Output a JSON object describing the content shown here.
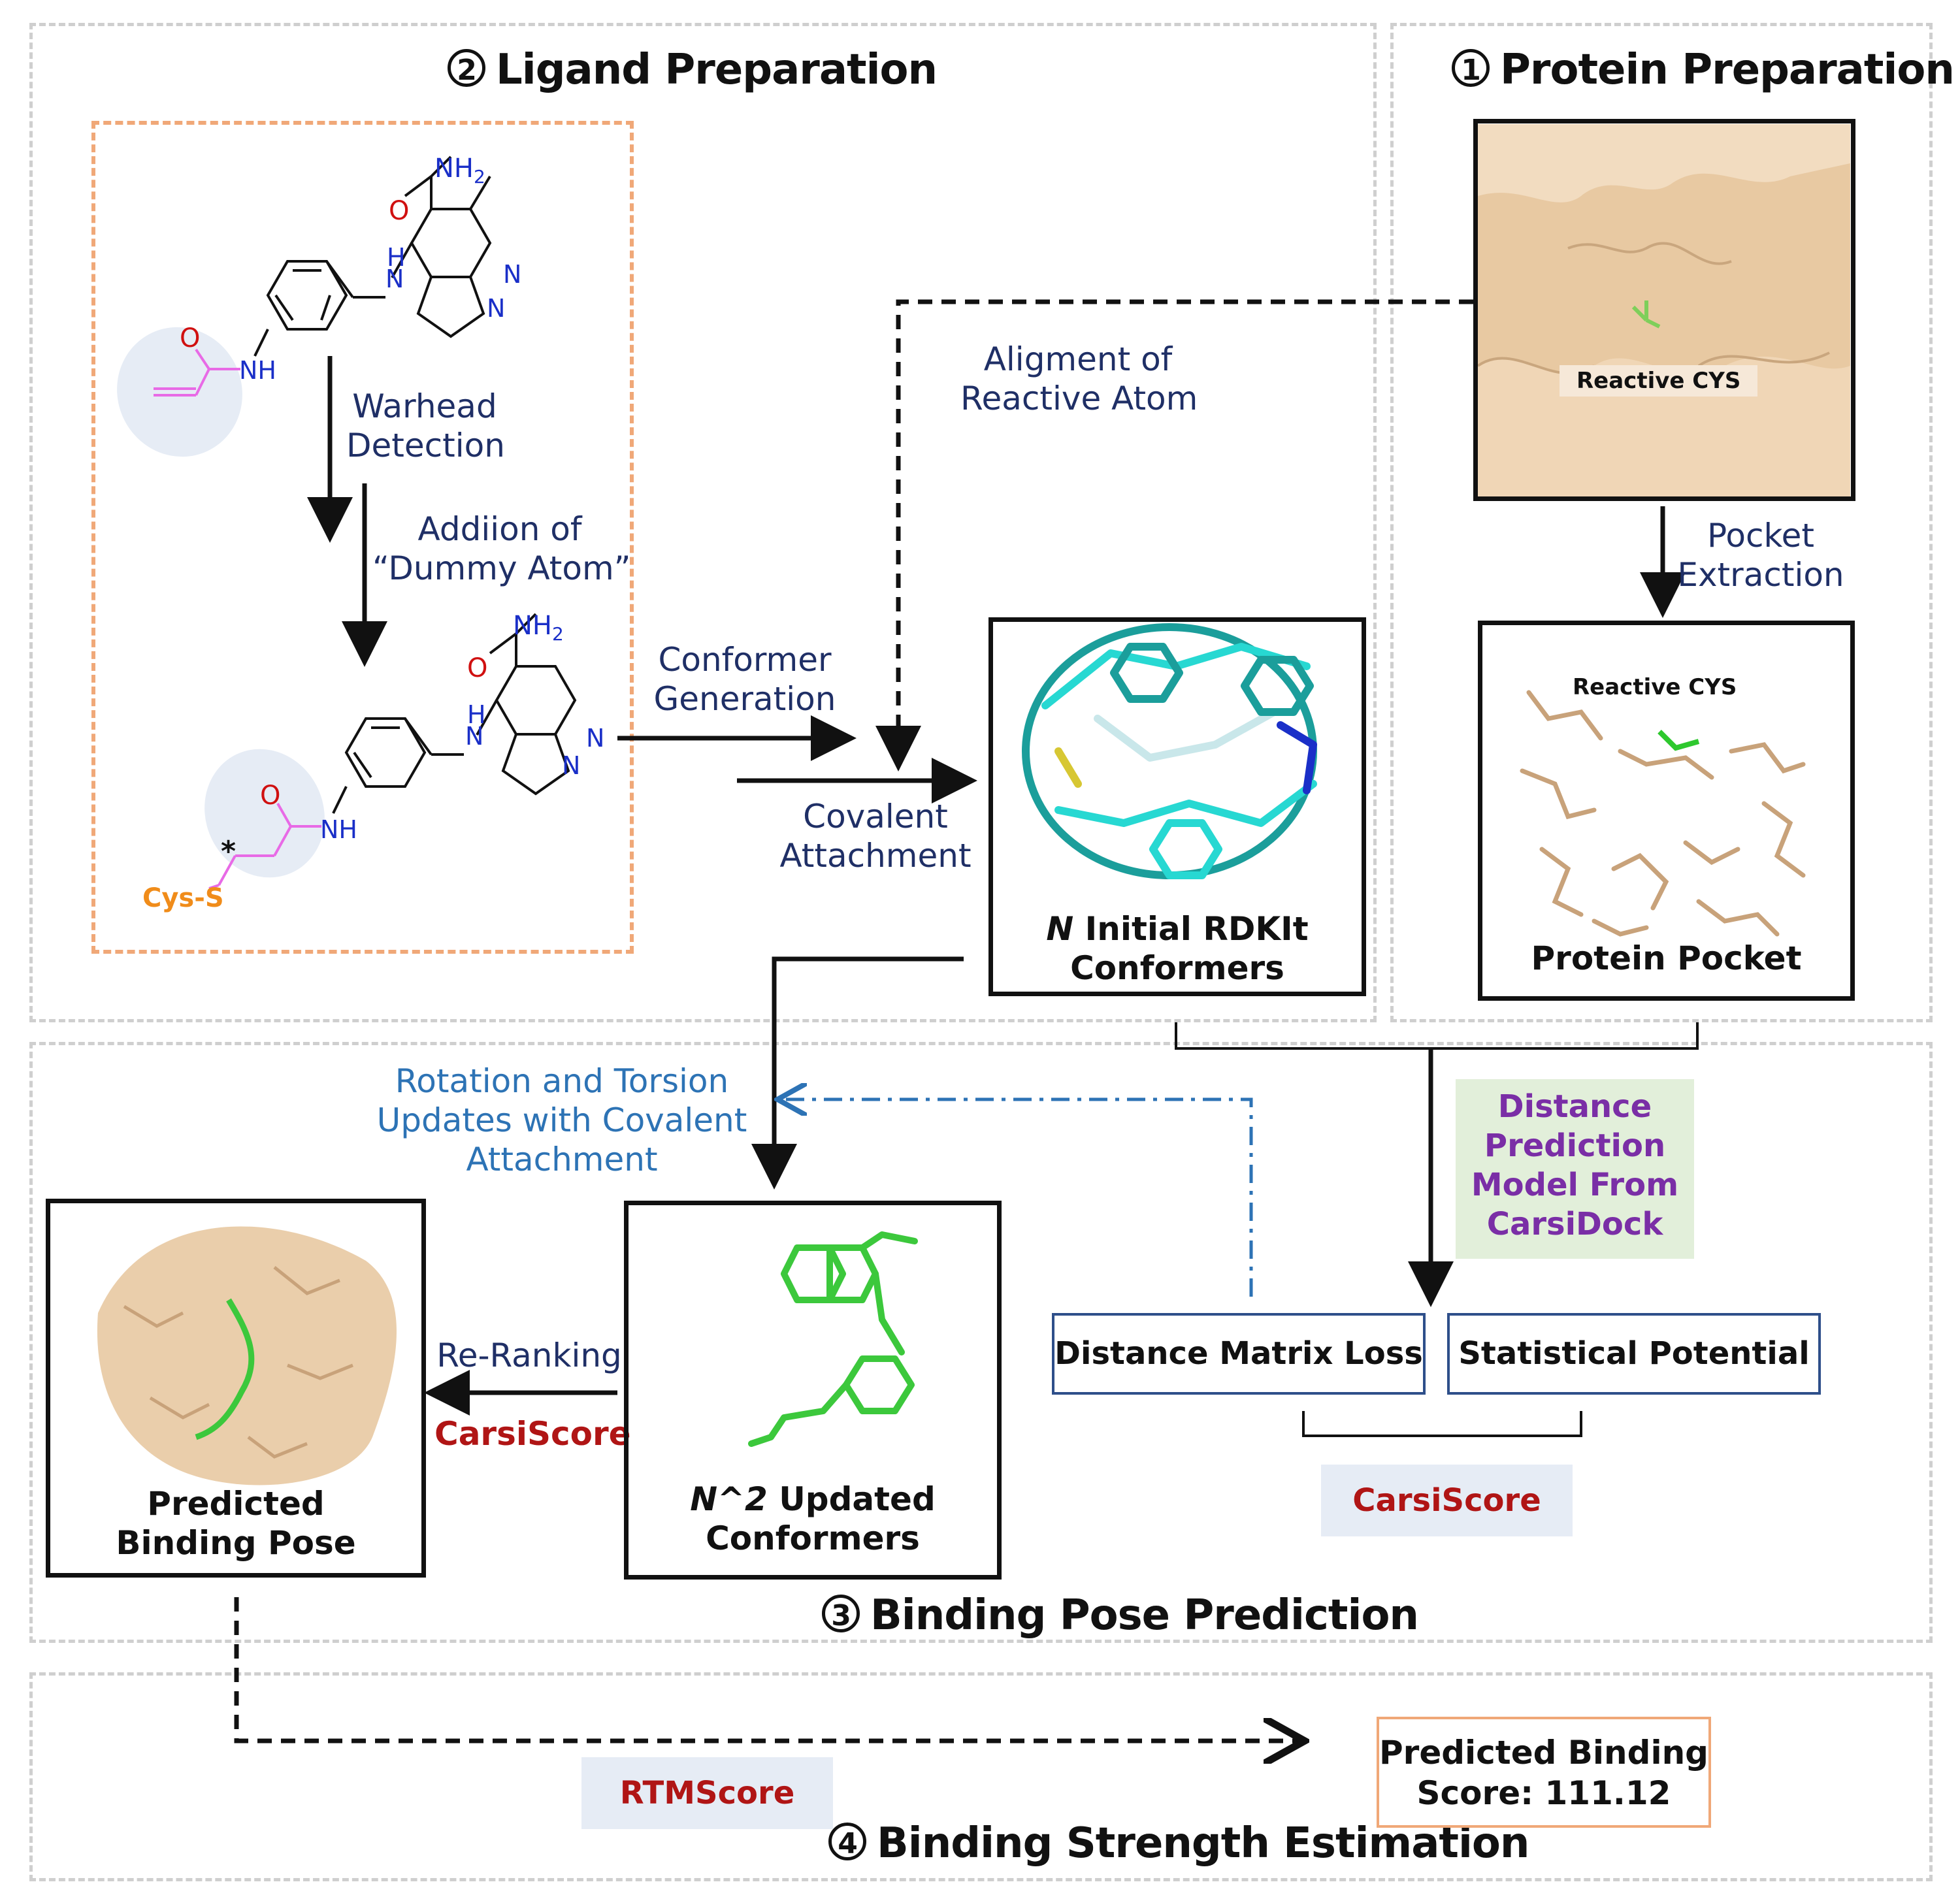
{
  "sections": {
    "ligand": {
      "num": "2",
      "title": "Ligand Preparation"
    },
    "protein": {
      "num": "1",
      "title": "Protein Preparation"
    },
    "pose": {
      "num": "3",
      "title": "Binding Pose Prediction"
    },
    "strength": {
      "num": "4",
      "title": "Binding Strength Estimation"
    }
  },
  "molecule": {
    "nh2": "NH",
    "nh2_sub": "2",
    "o": "O",
    "nh": "NH",
    "h": "H",
    "n": "N",
    "n2": "N",
    "cys_s": "Cys-S",
    "star": "*"
  },
  "labels": {
    "warhead": [
      "Warhead",
      "Detection"
    ],
    "dummy": [
      "Addiion of",
      "“Dummy Atom”"
    ],
    "conformer": [
      "Conformer",
      "Generation"
    ],
    "alignment": [
      "Aligment of",
      "Reactive Atom"
    ],
    "covalent": [
      "Covalent",
      "Attachment"
    ],
    "pocket_extraction": [
      "Pocket",
      "Extraction"
    ],
    "rotation": [
      "Rotation and Torsion",
      "Updates with Covalent",
      "Attachment"
    ],
    "reranking": "Re-Ranking",
    "carsiscore_red": "CarsiScore"
  },
  "boxes": {
    "reactive_cys_1": "Reactive CYS",
    "reactive_cys_2": "Reactive CYS",
    "protein_pocket": "Protein Pocket",
    "initial_italic": "N",
    "initial_rest": " Initial RDKIt",
    "initial_line2": "Conformers",
    "updated_italic": "N^2",
    "updated_rest": " Updated",
    "updated_line2": "Conformers",
    "predicted_line1": "Predicted",
    "predicted_line2": "Binding Pose"
  },
  "distance_model": [
    "Distance",
    "Prediction",
    "Model From",
    "CarsiDock"
  ],
  "distance_loss": "Distance Matrix Loss",
  "statistical": "Statistical Potential",
  "carsiscore": "CarsiScore",
  "rtmscore": "RTMScore",
  "score": [
    "Predicted Binding",
    "Score: 111.12"
  ],
  "colors": {
    "navy_text": "#1f2f66",
    "blue_text": "#2d73b5",
    "red_text": "#b01515",
    "purple_text": "#7a2ea6",
    "green_bg": "#e2efda",
    "light_blue_bg": "#e6ecf5",
    "orange_border": "#f0a878",
    "box_blue_border": "#2e4f8a",
    "magenta": "#e86ae6",
    "protein_tan": "#e8c9a2"
  }
}
